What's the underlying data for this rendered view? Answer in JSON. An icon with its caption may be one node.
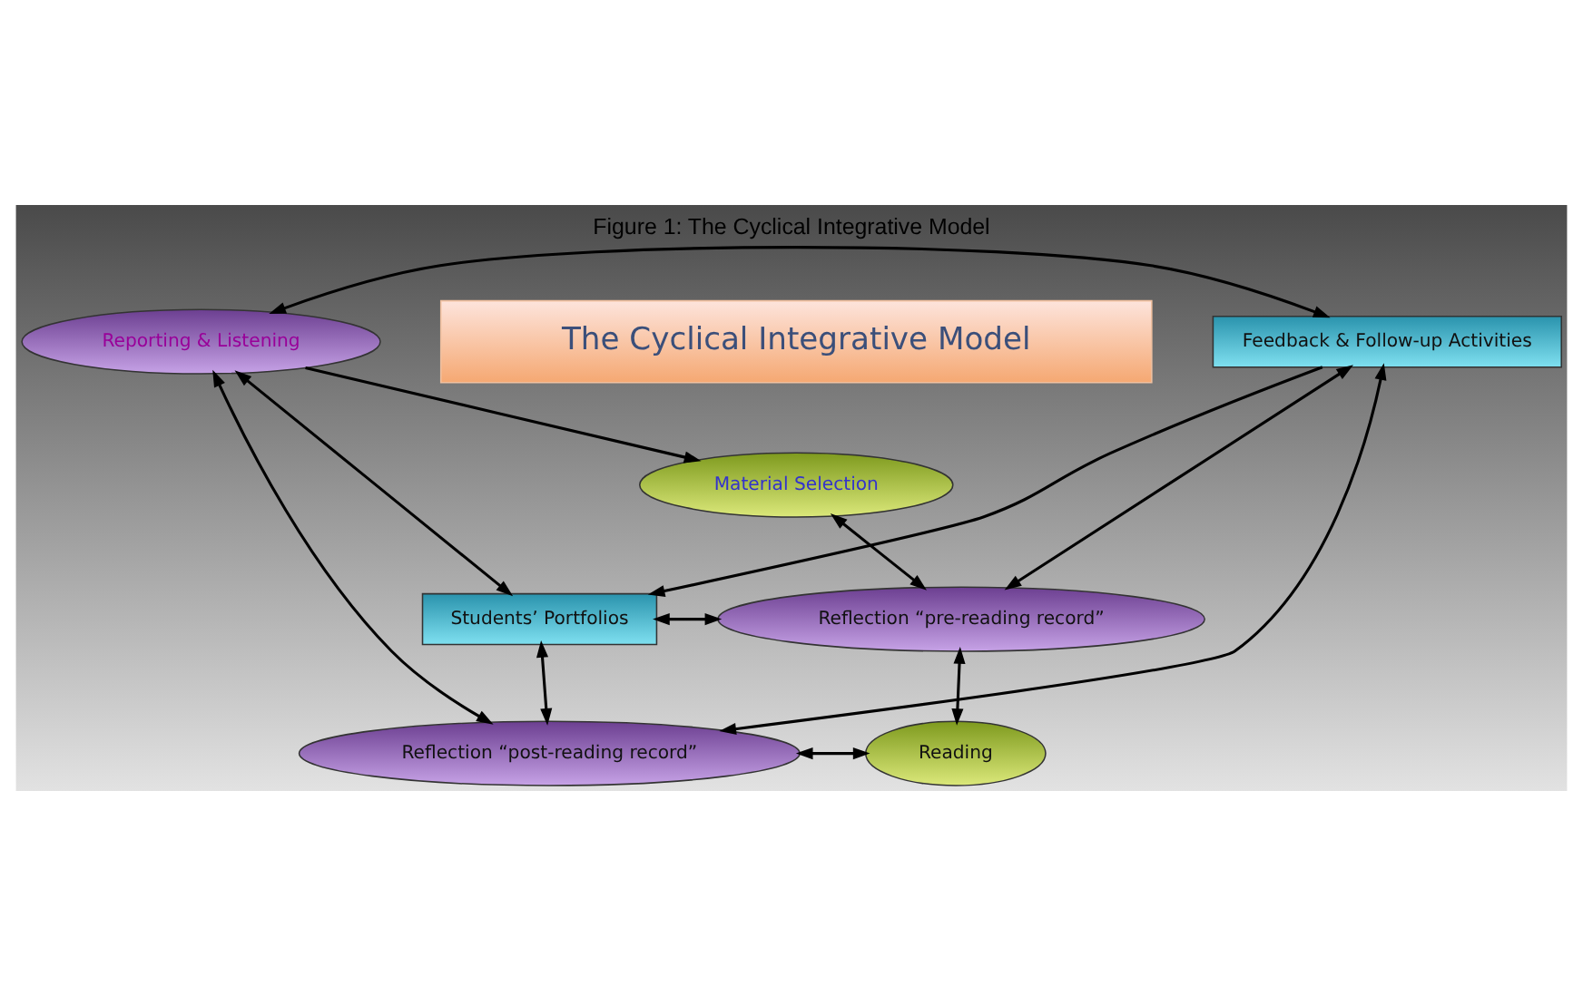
{
  "diagram": {
    "title": "The Cyclical Integrative Model",
    "caption": "Figure 1: The Cyclical Integrative Model",
    "nodes": [
      {
        "text": [
          "Material Selection"
        ]
      },
      {
        "text": [
          "Reflection “pre-reading record”"
        ]
      },
      {
        "text": [
          "Reporting & Listening"
        ]
      },
      {
        "text": [
          "Students’ Portfolios"
        ]
      },
      {
        "text": [
          "Feedback & Follow-up Activities"
        ]
      },
      {
        "text": [
          "Reading"
        ]
      },
      {
        "text": [
          "Reflection “post-reading record”"
        ]
      }
    ],
    "edges": [
      {
        "from": 2,
        "to": 0,
        "arrow": "to"
      },
      {
        "from": 0,
        "to": 1,
        "arrow": "both"
      },
      {
        "from": 3,
        "to": 1,
        "arrow": "both"
      },
      {
        "from": 2,
        "to": 3,
        "arrow": "both"
      },
      {
        "from": 4,
        "to": 1,
        "arrow": "both"
      },
      {
        "from": 4,
        "to": 3,
        "arrow": "to"
      },
      {
        "from": 2,
        "to": 4,
        "arrow": "both"
      },
      {
        "from": 6,
        "to": 3,
        "arrow": "both"
      },
      {
        "from": 4,
        "to": 6,
        "arrow": "both"
      },
      {
        "from": 2,
        "to": 6,
        "arrow": "both"
      },
      {
        "from": 1,
        "to": 5,
        "arrow": "both"
      },
      {
        "from": 6,
        "to": 5,
        "arrow": "both"
      }
    ]
  }
}
